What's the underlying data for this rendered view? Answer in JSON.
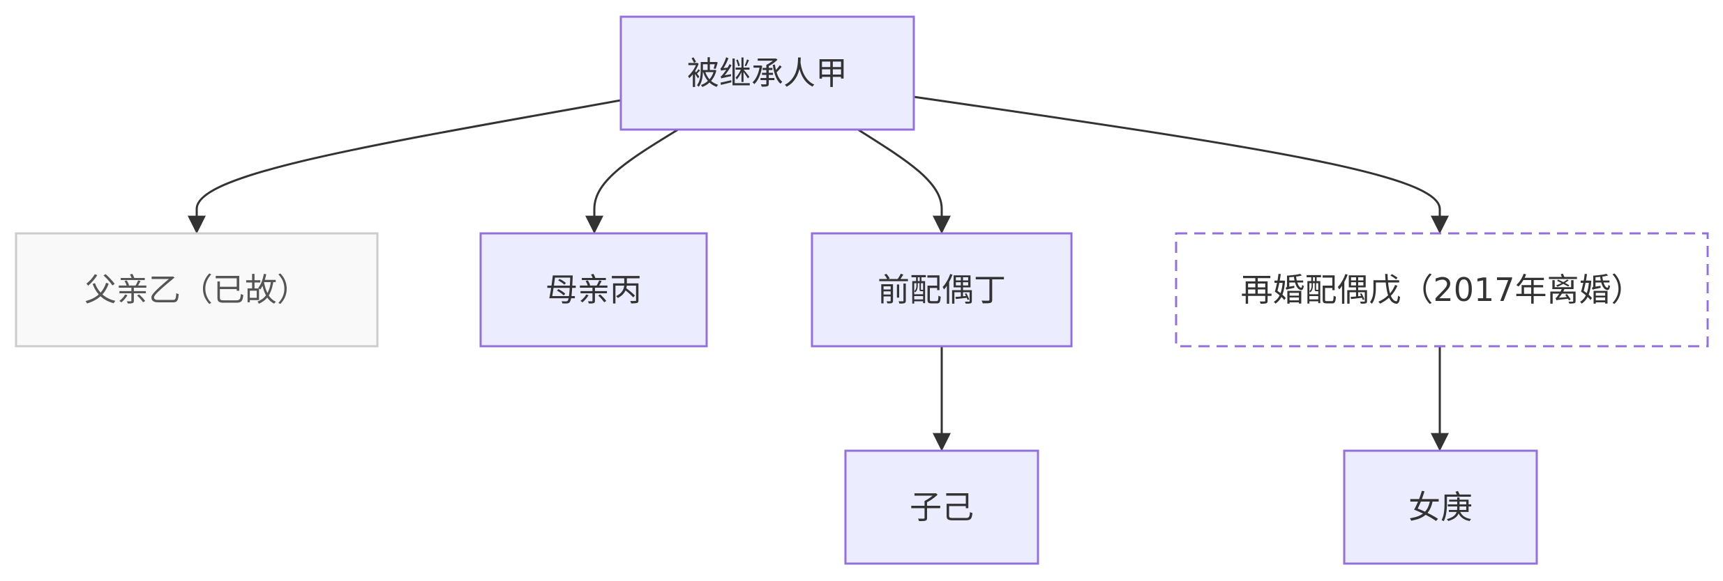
{
  "nodes": {
    "decedent": "被继承人甲",
    "father": "父亲乙（已故）",
    "mother": "母亲丙",
    "ex_spouse": "前配偶丁",
    "remarried_spouse": "再婚配偶戊（2017年离婚）",
    "son": "子己",
    "daughter": "女庚"
  },
  "edges": [
    {
      "from": "decedent",
      "to": "father"
    },
    {
      "from": "decedent",
      "to": "mother"
    },
    {
      "from": "decedent",
      "to": "ex_spouse"
    },
    {
      "from": "decedent",
      "to": "remarried_spouse"
    },
    {
      "from": "ex_spouse",
      "to": "son"
    },
    {
      "from": "remarried_spouse",
      "to": "daughter"
    }
  ],
  "colors": {
    "node_fill": "#ECECFF",
    "node_border": "#9370DB",
    "deceased_fill": "#F9F9F9",
    "deceased_border": "#CCCCCC",
    "divorced_fill": "#FFFFFF",
    "edge": "#333333",
    "text": "#333333"
  }
}
